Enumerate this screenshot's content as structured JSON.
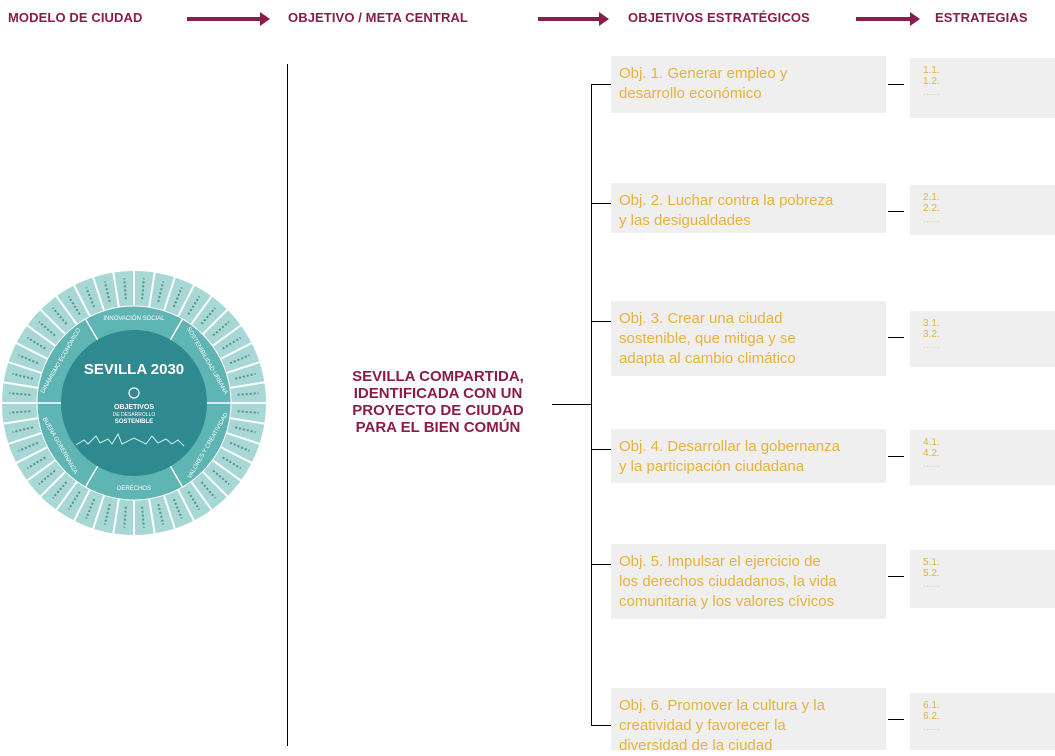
{
  "headers": {
    "model": "MODELO DE CIUDAD",
    "goal": "OBJETIVO / META CENTRAL",
    "strategic": "OBJETIVOS ESTRATÉGICOS",
    "strategies": "ESTRATEGIAS"
  },
  "central_goal": {
    "line1": "SEVILLA COMPARTIDA,",
    "line2": "IDENTIFICADA CON UN",
    "line3": "PROYECTO DE CIUDAD",
    "line4": "PARA EL BIEN COMÚN"
  },
  "wheel": {
    "title": "SEVILLA 2030",
    "center_line1": "OBJETIVOS",
    "center_line2": "DE DESARROLLO",
    "center_line3": "SOSTENIBLE",
    "segments": [
      "INNOVACIÓN SOCIAL",
      "SOSTENIBILIDAD URBANA",
      "VALORES Y CREATIVIDAD",
      "DERECHOS",
      "BUENA GOBERNANZA",
      "DINAMISMO ECONÓMICO"
    ]
  },
  "objectives": [
    {
      "lines": [
        "Obj. 1. Generar empleo  y",
        "desarrollo económico"
      ],
      "strategies": [
        "1.1.",
        "1.2.",
        "....."
      ]
    },
    {
      "lines": [
        "Obj. 2. Luchar contra la pobreza",
        "y las desigualdades"
      ],
      "strategies": [
        "2.1.",
        "2.2.",
        "....."
      ]
    },
    {
      "lines": [
        "Obj. 3. Crear una ciudad",
        "sostenible, que mitiga y se",
        "adapta al cambio climático"
      ],
      "strategies": [
        "3.1.",
        "3.2.",
        "....."
      ]
    },
    {
      "lines": [
        "Obj. 4. Desarrollar la gobernanza",
        "y la participación ciudadana"
      ],
      "strategies": [
        "4.1.",
        "4.2.",
        "....."
      ]
    },
    {
      "lines": [
        "Obj. 5. Impulsar el ejercicio de",
        "los derechos ciudadanos, la vida",
        "comunitaria y los valores cívicos"
      ],
      "strategies": [
        "5.1.",
        "5.2.",
        "....."
      ]
    },
    {
      "lines": [
        "Obj. 6. Promover la cultura y la",
        "creatividad y favorecer la",
        "diversidad de la ciudad"
      ],
      "strategies": [
        "6.1.",
        "6.2.",
        "....."
      ]
    }
  ],
  "colors": {
    "primary": "#8a1c4c",
    "objective_text": "#e8b23c",
    "box_bg": "#efefef",
    "wheel_dark": "#2e8a8f",
    "wheel_mid": "#5fb4b4",
    "wheel_light": "#a7d8d6"
  }
}
